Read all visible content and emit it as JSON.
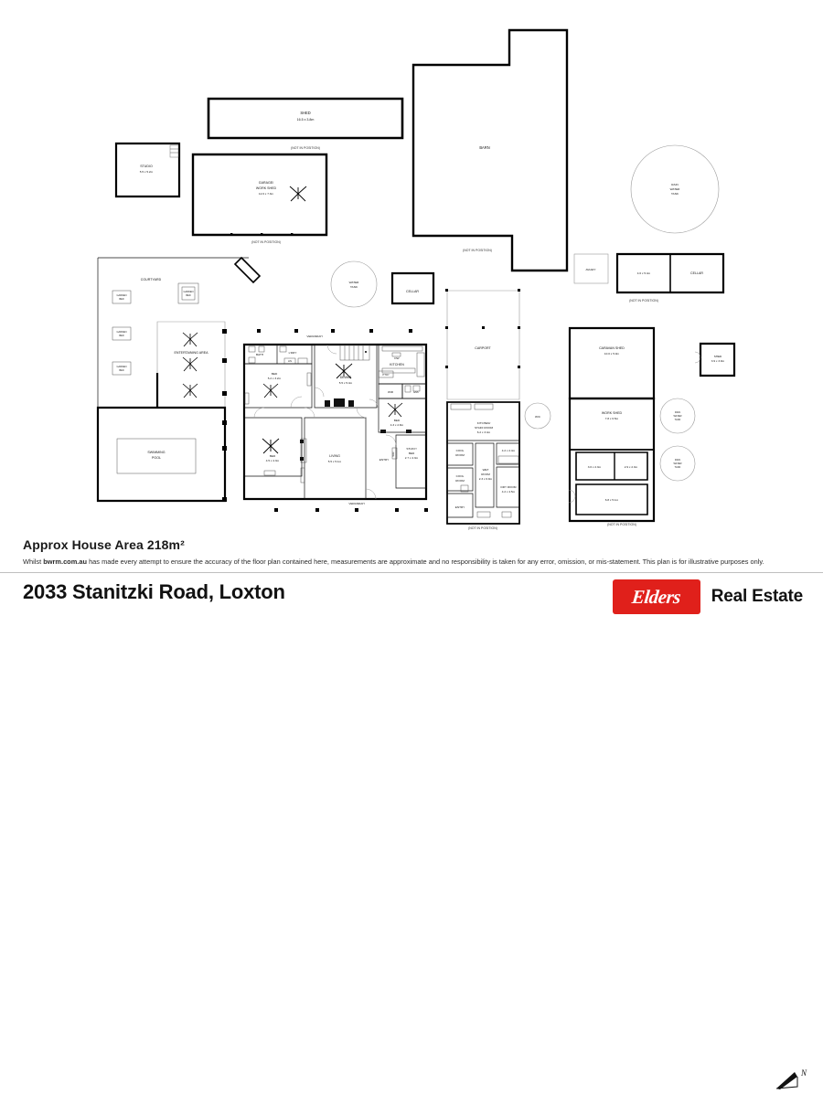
{
  "footer": {
    "area_text": "Approx House Area 218m²",
    "disclaimer_prefix": "Whilst ",
    "disclaimer_bold": "bwrm.com.au",
    "disclaimer_rest": " has made every attempt to ensure the accuracy of the floor plan contained here, measurements are approximate and no responsibility is taken for any error, omission, or mis-statement. This plan is for illustrative purposes only.",
    "address": "2033 Stanitzki Road, Loxton",
    "brand_word": "Elders",
    "brand_suffix": "Real Estate",
    "brand_color": "#E0201B",
    "compass_letter": "N"
  },
  "plan": {
    "not_in_position": "(NOT IN POSITION)",
    "outbuildings": [
      {
        "name": "shed-top",
        "label": "SHED",
        "dims": "16.5 x 3.8m"
      },
      {
        "name": "studio",
        "label": "STUDIO",
        "dims": "5.5 x 5.2m"
      },
      {
        "name": "garage-work-shed",
        "label_1": "GARAGE/",
        "label_2": "WORK SHED",
        "dims": "12.6 x 7.3m"
      },
      {
        "name": "barn",
        "label": "BARN",
        "dims": ""
      },
      {
        "name": "rain-water-tank-top",
        "label_1": "RAIN",
        "label_2": "WATER",
        "label_3": "TANK"
      },
      {
        "name": "aviary",
        "label": "AVIARY",
        "dims": ""
      },
      {
        "name": "cellar-right-dims",
        "label": "",
        "dims": "4.6 x 5.4m"
      },
      {
        "name": "cellar-right",
        "label": "CELLAR",
        "dims": ""
      },
      {
        "name": "water-tank-mid",
        "label_1": "WATER",
        "label_2": "TANK"
      },
      {
        "name": "cellar-mid",
        "label": "CELLAR",
        "dims": ""
      },
      {
        "name": "caravan-shed",
        "label": "CARAVAN SHED",
        "dims": "10.0 x 5.0m"
      },
      {
        "name": "shed-right",
        "label": "SHED",
        "dims": "3.9 x 3.9m"
      },
      {
        "name": "work-shed-right",
        "label": "WORK SHED",
        "dims": "7.8 x 6.5m"
      },
      {
        "name": "store-a",
        "label": "",
        "dims": "3.6 x 2.3m"
      },
      {
        "name": "store-b",
        "label": "",
        "dims": "2.9 x 2.3m"
      },
      {
        "name": "store-c",
        "label": "",
        "dims": "6.8 x 5.1m"
      },
      {
        "name": "rain-water-tank-a",
        "label_1": "RAIN",
        "label_2": "WATER",
        "label_3": "TANK"
      },
      {
        "name": "rain-water-tank-b",
        "label_1": "RAIN",
        "label_2": "WATER",
        "label_3": "TANK"
      }
    ],
    "outdoor": [
      {
        "name": "courtyard",
        "label": "COURTYARD"
      },
      {
        "name": "entertaining-area",
        "label": "ENTERTAINING AREA"
      },
      {
        "name": "swimming-pool",
        "label_1": "SWIMMING",
        "label_2": "POOL"
      },
      {
        "name": "verandah-top",
        "label": "VERANDAH"
      },
      {
        "name": "verandah-bottom",
        "label": "VERANDAH"
      },
      {
        "name": "garden-bed-1",
        "label_1": "GARDEN",
        "label_2": "BED"
      },
      {
        "name": "garden-bed-2",
        "label_1": "GARDEN",
        "label_2": "BED"
      },
      {
        "name": "garden-bed-3",
        "label_1": "GARDEN",
        "label_2": "BED"
      },
      {
        "name": "garden-bed-4",
        "label_1": "GARDEN",
        "label_2": "BED"
      }
    ],
    "house_rooms": [
      {
        "name": "bath",
        "label": "BATH",
        "dims": ""
      },
      {
        "name": "laundry",
        "label": "L'DRY",
        "dims": ""
      },
      {
        "name": "linen",
        "label": "LIN",
        "dims": ""
      },
      {
        "name": "bed-1",
        "label": "BED",
        "dims": "5.2 x 3.2m"
      },
      {
        "name": "dining",
        "label": "DINING",
        "dims": "5.5 x 5.4m"
      },
      {
        "name": "kitchen",
        "label": "KITCHEN",
        "dims": ""
      },
      {
        "name": "dishwasher",
        "label": "DW",
        "dims": ""
      },
      {
        "name": "pantry",
        "label": "P'TRY",
        "dims": ""
      },
      {
        "name": "wir",
        "label": "WIR",
        "dims": ""
      },
      {
        "name": "ens",
        "label": "ENS",
        "dims": ""
      },
      {
        "name": "bed-2",
        "label": "BED",
        "dims": "4.3 x 2.8m"
      },
      {
        "name": "bed-3",
        "label": "BED",
        "dims": "4.5 x 4.3m"
      },
      {
        "name": "living",
        "label": "LIVING",
        "dims": "5.5 x 5.1m"
      },
      {
        "name": "entry",
        "label": "ENTRY",
        "dims": ""
      },
      {
        "name": "study-bed",
        "label_1": "STUDY/",
        "label_2": "BED",
        "dims": "2.7 x 4.3m"
      },
      {
        "name": "wir-2",
        "label": "WIR",
        "dims": ""
      }
    ],
    "annex_rooms": [
      {
        "name": "carport",
        "label": "CARPORT",
        "dims": ""
      },
      {
        "name": "kitchen-staff-room",
        "label_1": "KITCHEN/",
        "label_2": "STAFF ROOM",
        "dims": "6.2 x 3.4m"
      },
      {
        "name": "wc",
        "label": "W/C",
        "dims": ""
      },
      {
        "name": "cool-room-1",
        "label_1": "COOL",
        "label_2": "ROOM",
        "dims": ""
      },
      {
        "name": "cool-room-2",
        "label_1": "COOL",
        "label_2": "ROOM",
        "dims": ""
      },
      {
        "name": "wet-room",
        "label_1": "WET",
        "label_2": "ROOM",
        "dims": "2.3 x 6.9m"
      },
      {
        "name": "dry-room",
        "label": "DRY ROOM",
        "dims": "4.2 x 4.5m"
      },
      {
        "name": "store-room-annex",
        "label": "",
        "dims": "4.2 x 2.4m"
      },
      {
        "name": "entry-annex",
        "label": "ENTRY",
        "dims": ""
      }
    ]
  }
}
